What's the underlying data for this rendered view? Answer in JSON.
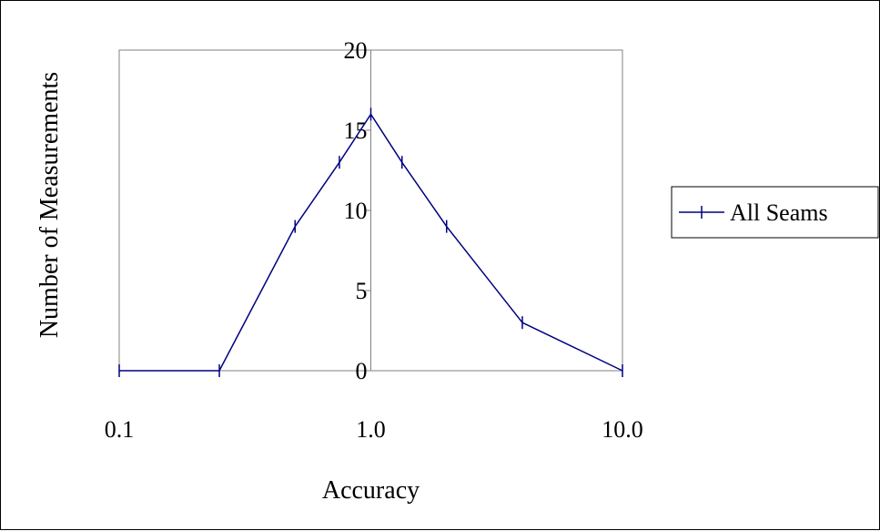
{
  "chart_data": {
    "type": "line",
    "title": "",
    "xlabel": "Accuracy",
    "ylabel": "Number of Measurements",
    "x_scale": "log",
    "xlim": [
      0.1,
      10.0
    ],
    "ylim": [
      0,
      20
    ],
    "x_ticks": [
      0.1,
      1.0,
      10.0
    ],
    "x_tick_labels": [
      "0.1",
      "1.0",
      "10.0"
    ],
    "y_ticks": [
      0,
      5,
      10,
      15,
      20
    ],
    "y_tick_labels": [
      "0",
      "5",
      "10",
      "15",
      "20"
    ],
    "grid": "vertical major gridlines",
    "legend_position": "right",
    "series": [
      {
        "name": "All Seams",
        "color": "#000080",
        "marker": "vertical-bar",
        "x": [
          0.1,
          0.25,
          0.5,
          0.75,
          1.0,
          1.33,
          2.0,
          4.0,
          10.0
        ],
        "y": [
          0,
          0,
          9,
          13,
          16,
          13,
          9,
          3,
          0
        ]
      }
    ]
  }
}
